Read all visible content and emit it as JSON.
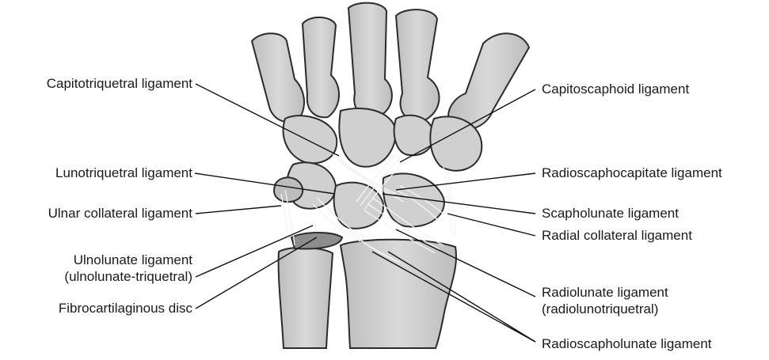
{
  "labels_left": {
    "capitotriquetral": "Capitotriquetral ligament",
    "lunotriquetral": "Lunotriquetral ligament",
    "ulnar_collateral": "Ulnar collateral ligament",
    "ulnolunate_line1": "Ulnolunate ligament",
    "ulnolunate_line2": "(ulnolunate-triquetral)",
    "fibrocartilaginous": "Fibrocartilaginous disc"
  },
  "labels_right": {
    "capitoscaphoid": "Capitoscaphoid ligament",
    "radioscaphocapitate": "Radioscaphocapitate ligament",
    "scapholunate": "Scapholunate ligament",
    "radial_collateral": "Radial collateral ligament",
    "radiolunate_line1": "Radiolunate ligament",
    "radiolunate_line2": "(radiolunotriquetral)",
    "radioscapholunate": "Radioscapholunate ligament"
  },
  "colors": {
    "bone_fill": "#cfcfcf",
    "bone_dark": "#a9a9a9",
    "outline": "#2b2b2b",
    "ligament": "#f2f2f2",
    "disc": "#8d8d8d",
    "leader": "#111111"
  }
}
